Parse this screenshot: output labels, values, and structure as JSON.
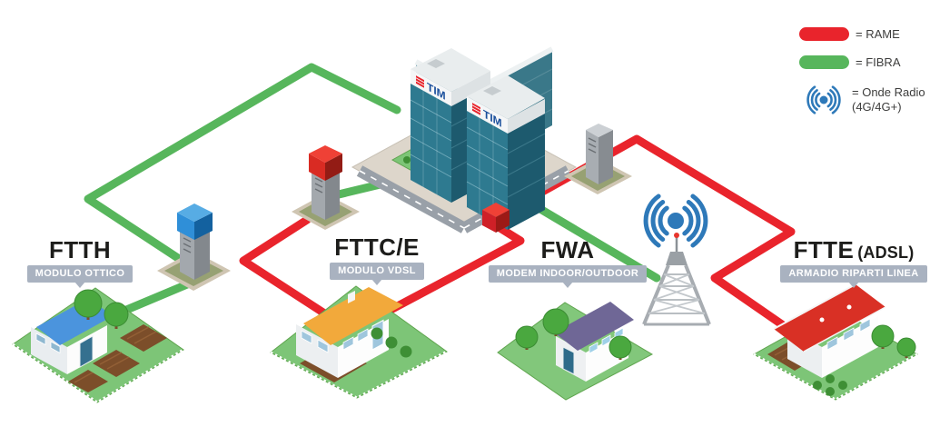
{
  "legend": {
    "rame_label": "= RAME",
    "fibra_label": "= FIBRA",
    "radio_label_line1": "= Onde Radio",
    "radio_label_line2": "(4G/4G+)",
    "rame_color": "#e9242c",
    "fibra_color": "#57b65c",
    "radio_color": "#2e79b9"
  },
  "sections": {
    "ftth": {
      "title": "FTTH",
      "badge": "MODULO OTTICO"
    },
    "fttc": {
      "title": "FTTC/E",
      "badge": "MODULO VDSL"
    },
    "fwa": {
      "title": "FWA",
      "badge": "MODEM INDOOR/OUTDOOR"
    },
    "ftte": {
      "title": "FTTE",
      "title_suffix": "(ADSL)",
      "badge": "ARMADIO RIPARTI LINEA"
    }
  },
  "building": {
    "logo_text": "TIM"
  }
}
